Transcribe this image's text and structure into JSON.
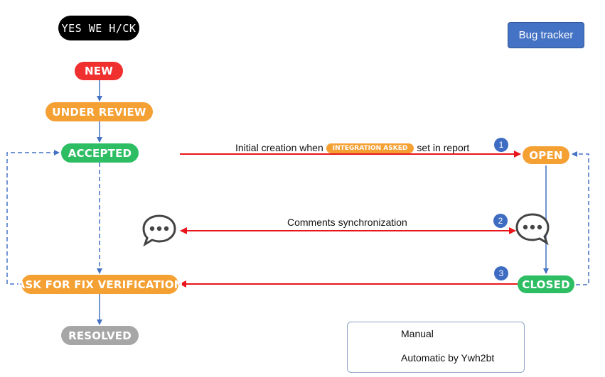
{
  "logo": {
    "text": "YES WE H/CK"
  },
  "bug_tracker": {
    "label": "Bug tracker"
  },
  "states": {
    "new": "NEW",
    "under_review": "UNDER REVIEW",
    "accepted": "ACCEPTED",
    "ask_fix": "ASK FOR FIX VERIFICATION",
    "resolved": "RESOLVED",
    "open": "OPEN",
    "closed": "CLOSED"
  },
  "flows": {
    "initial_prefix": "Initial creation when",
    "integration_badge": "INTEGRATION ASKED",
    "initial_suffix": "set in report",
    "comments": "Comments synchronization",
    "step1": "1",
    "step2": "2",
    "step3": "3"
  },
  "legend": {
    "manual": "Manual",
    "automatic": "Automatic by Ywh2bt"
  },
  "colors": {
    "new": "#f0302e",
    "orange": "#f5a033",
    "green": "#2dbd63",
    "grey": "#a6a6a6",
    "manual_arrow": "#4472c4",
    "auto_arrow": "#e8161b"
  },
  "icons": {
    "chat": "speech-bubble-icon"
  }
}
